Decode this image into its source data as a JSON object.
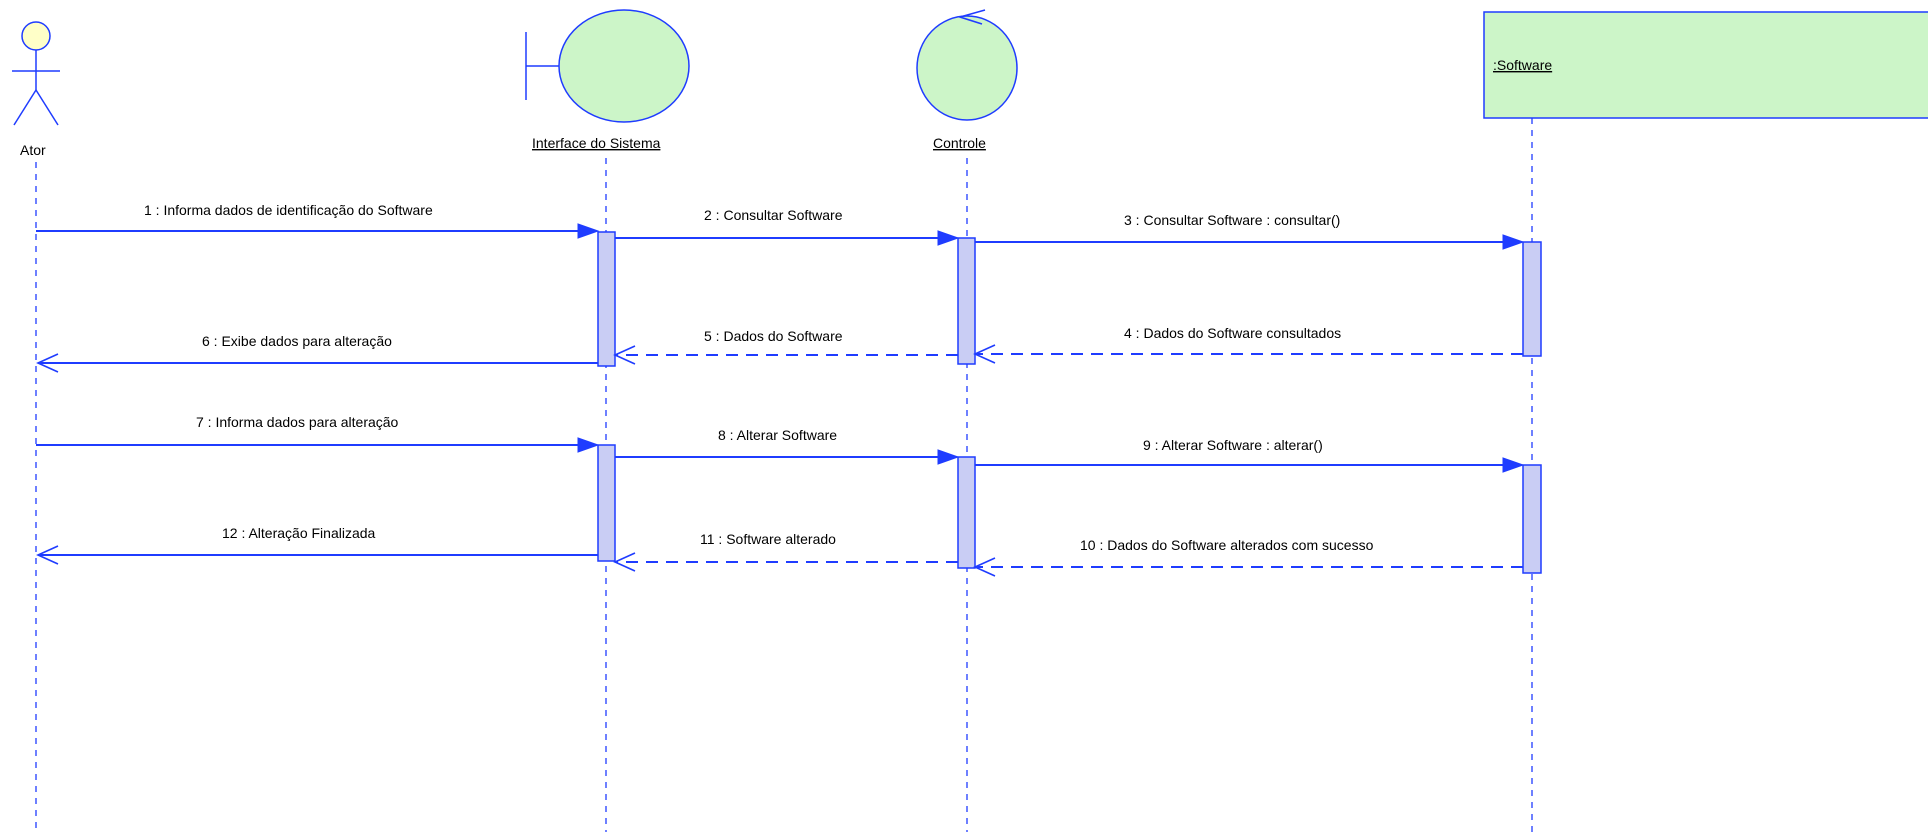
{
  "participants": {
    "actor": {
      "label": "Ator"
    },
    "boundary": {
      "label": "Interface do Sistema"
    },
    "control": {
      "label": "Controle"
    },
    "entity": {
      "label": ":Software"
    }
  },
  "messages": [
    {
      "label": "1 : Informa dados de identificação do Software",
      "from": "actor",
      "to": "boundary",
      "kind": "sync"
    },
    {
      "label": "2 : Consultar Software",
      "from": "boundary",
      "to": "control",
      "kind": "sync"
    },
    {
      "label": "3 : Consultar Software : consultar()",
      "from": "control",
      "to": "entity",
      "kind": "sync"
    },
    {
      "label": "4 : Dados do Software consultados",
      "from": "entity",
      "to": "control",
      "kind": "reply"
    },
    {
      "label": "5 : Dados do Software",
      "from": "control",
      "to": "boundary",
      "kind": "reply"
    },
    {
      "label": "6 : Exibe dados para alteração",
      "from": "boundary",
      "to": "actor",
      "kind": "sync"
    },
    {
      "label": "7 : Informa dados para alteração",
      "from": "actor",
      "to": "boundary",
      "kind": "sync"
    },
    {
      "label": "8 : Alterar Software",
      "from": "boundary",
      "to": "control",
      "kind": "sync"
    },
    {
      "label": "9 : Alterar Software : alterar()",
      "from": "control",
      "to": "entity",
      "kind": "sync"
    },
    {
      "label": "10 : Dados do Software alterados com sucesso",
      "from": "entity",
      "to": "control",
      "kind": "reply"
    },
    {
      "label": "11 : Software alterado",
      "from": "control",
      "to": "boundary",
      "kind": "reply"
    },
    {
      "label": "12 : Alteração Finalizada",
      "from": "boundary",
      "to": "actor",
      "kind": "sync"
    }
  ],
  "colors": {
    "line": "#1f3cff",
    "actor_head": "#ffffc8",
    "object_fill": "#ccf5c8",
    "activation_fill": "#c9cdf4"
  }
}
